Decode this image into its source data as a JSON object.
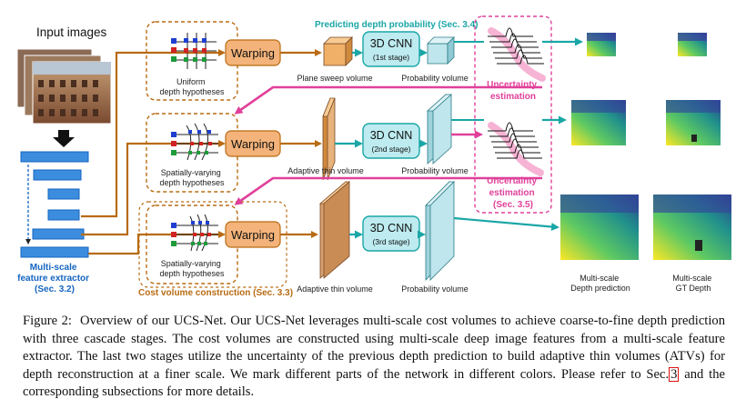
{
  "figure": {
    "input_title": "Input images",
    "extractor_label": [
      "Multi-scale",
      "feature extractor",
      "(Sec. 3.2)"
    ],
    "hyp_uniform": [
      "Uniform",
      "depth hypotheses"
    ],
    "hyp_spatial_1": [
      "Spatially-varying",
      "depth hypotheses"
    ],
    "hyp_spatial_2": [
      "Spatially-varying",
      "depth hypotheses"
    ],
    "warping": "Warping",
    "cnn_title": "3D CNN",
    "stage1": "(1st stage)",
    "stage2": "(2nd stage)",
    "stage3": "(3rd stage)",
    "plane_sweep": "Plane sweep volume",
    "adaptive_1": "Adaptive thin volume",
    "adaptive_2": "Adaptive thin volume",
    "prob_volume_1": "Probability volume",
    "prob_volume_2": "Probability volume",
    "prob_volume_3": "Probability volume",
    "predicting": "Predicting depth probability (Sec. 3.4)",
    "uncertainty_1": [
      "Uncertainty",
      "estimation"
    ],
    "uncertainty_2": [
      "Uncertainty",
      "estimation",
      "(Sec. 3.5)"
    ],
    "cost_volume": "Cost volume construction (Sec. 3.3)",
    "multiscale_pred": [
      "Multi-scale",
      "Depth prediction"
    ],
    "gt_depth": [
      "Multi-scale",
      "GT Depth"
    ],
    "colors": {
      "brown": "#b86b12",
      "pink": "#e0409a",
      "teal": "#1aa6a6",
      "blue": "#1565c0",
      "warp_fill": "#f3b37a"
    }
  },
  "caption": {
    "label": "Figure 2:",
    "text_before_ref": "Overview of our UCS-Net. Our UCS-Net leverages multi-scale cost volumes to achieve coarse-to-fine depth prediction with three cascade stages. The cost volumes are constructed using multi-scale deep image features from a multi-scale feature extractor. The last two stages utilize the uncertainty of the previous depth prediction to build adaptive thin volumes (ATVs) for depth reconstruction at a finer scale. We mark different parts of the network in different colors. Please refer to Sec.",
    "ref": "3",
    "text_after_ref": "and the corresponding subsections for more details."
  }
}
